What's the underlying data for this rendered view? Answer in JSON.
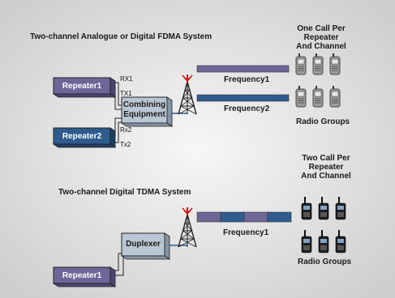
{
  "section1": {
    "title": "Two-channel Analogue or Digital FDMA System",
    "radios_caption": [
      "One Call Per",
      "Repeater",
      "And Channel"
    ],
    "repeater1_label": "Repeater1",
    "repeater2_label": "Repeater2",
    "combiner_label": [
      "Combining",
      "Equipment"
    ],
    "ports": {
      "rx1": "RX1",
      "tx1": "TX1",
      "rx2": "Rx2",
      "tx2": "Tx2"
    },
    "frequency1_label": "Frequency1",
    "frequency2_label": "Frequency2",
    "radio_groups_label": "Radio Groups"
  },
  "section2": {
    "title": "Two-channel Digital TDMA System",
    "radios_caption": [
      "Two Call Per",
      "Repeater",
      "And Channel"
    ],
    "duplexer_label": "Duplexer",
    "repeater1_label": "Repeater1",
    "frequency1_label": "Frequency1",
    "radio_groups_label": "Radio Groups",
    "timeslot_pattern": [
      "purple",
      "blue",
      "purple",
      "blue"
    ]
  },
  "colors": {
    "purple": "#6e6598",
    "blue": "#2e5c8e",
    "combiner": "#b9c6d3",
    "antenna_red": "#cc1a1a",
    "background": "#d9d9d9"
  },
  "icons": [
    "antenna-tower-icon",
    "handheld-radio-icon",
    "walkie-talkie-icon"
  ]
}
